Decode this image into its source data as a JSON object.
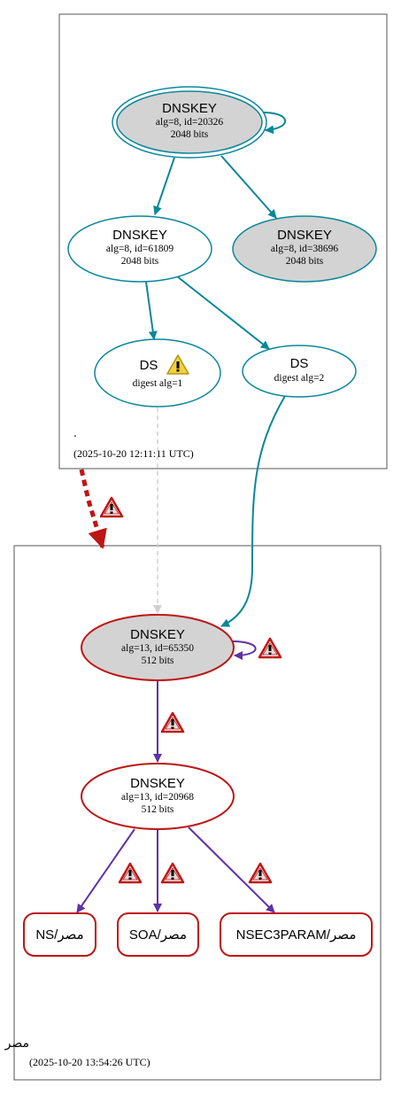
{
  "zones": {
    "root": {
      "name": ".",
      "timestamp": "(2025-10-20 12:11:11 UTC)"
    },
    "masr": {
      "name": "مصر",
      "timestamp": "(2025-10-20 13:54:26 UTC)"
    }
  },
  "nodes": {
    "root_ksk": {
      "title": "DNSKEY",
      "line1": "alg=8, id=20326",
      "line2": "2048 bits"
    },
    "root_zsk": {
      "title": "DNSKEY",
      "line1": "alg=8, id=61809",
      "line2": "2048 bits"
    },
    "root_key3": {
      "title": "DNSKEY",
      "line1": "alg=8, id=38696",
      "line2": "2048 bits"
    },
    "ds1": {
      "title": "DS",
      "line1": "digest alg=1"
    },
    "ds2": {
      "title": "DS",
      "line1": "digest alg=2"
    },
    "masr_ksk": {
      "title": "DNSKEY",
      "line1": "alg=13, id=65350",
      "line2": "512 bits"
    },
    "masr_zsk": {
      "title": "DNSKEY",
      "line1": "alg=13, id=20968",
      "line2": "512 bits"
    },
    "rr_ns": {
      "label": "NS/مصر"
    },
    "rr_soa": {
      "label": "SOA/مصر"
    },
    "rr_nsec3param": {
      "label": "NSEC3PARAM/مصر"
    }
  },
  "colors": {
    "secure_edge": "#0a879a",
    "bogus_edge": "#6131a6",
    "error_border": "#be1515",
    "insecure_delegation": "#be1515",
    "dashed_ds": "#d0d0d0",
    "sep_fill": "#d3d3d3",
    "zone_border": "#555555"
  },
  "icons": {
    "warning_yellow": "warning-icon",
    "warning_red": "error-icon"
  }
}
